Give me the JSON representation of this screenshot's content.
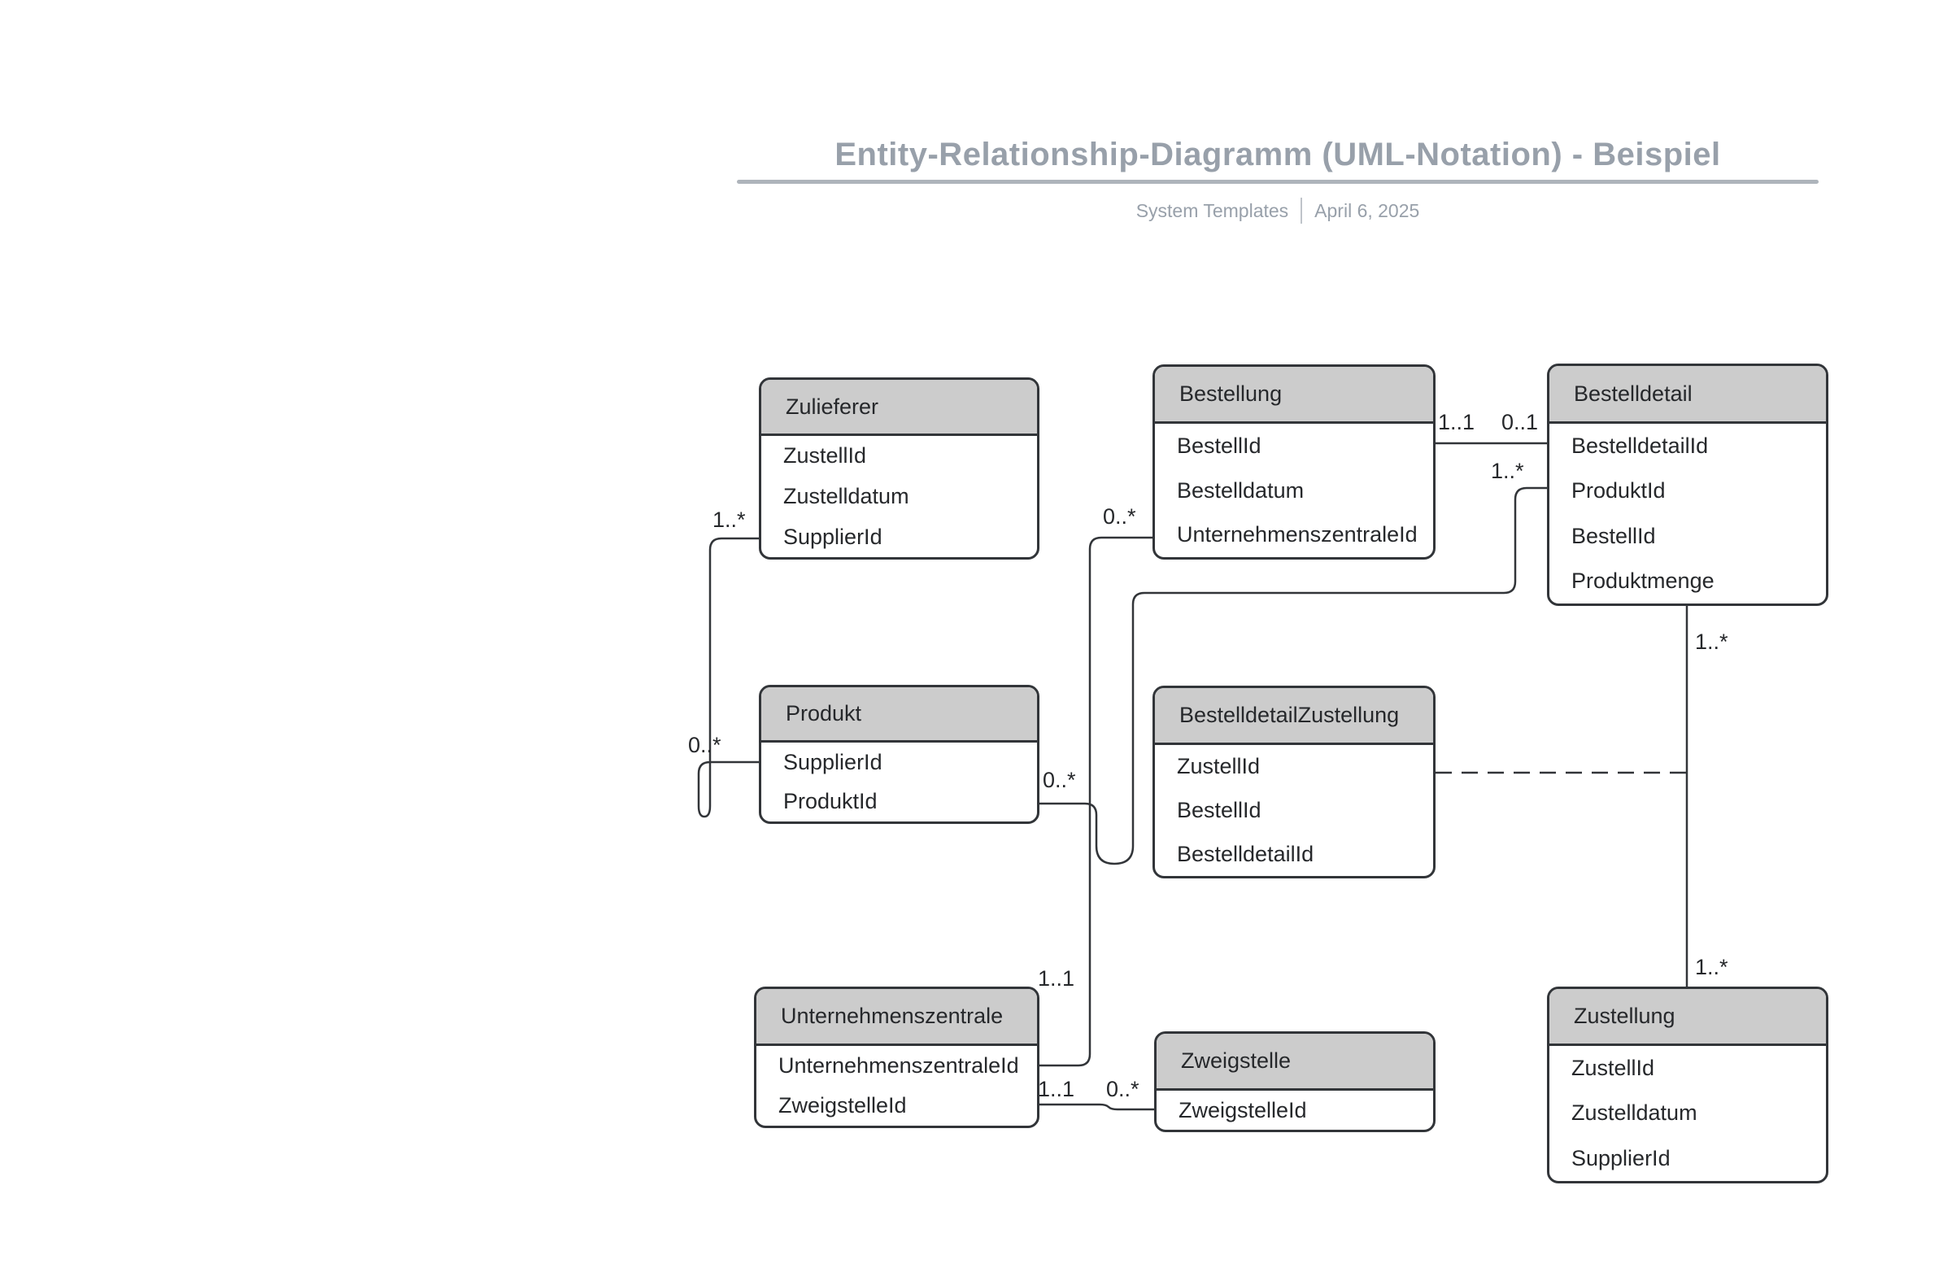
{
  "page": {
    "title": "Entity-Relationship-Diagramm (UML-Notation) - Beispiel",
    "source": "System Templates",
    "date": "April 6, 2025"
  },
  "entities": [
    {
      "name": "Zulieferer",
      "fields": [
        "ZustellId",
        "Zustelldatum",
        "SupplierId"
      ]
    },
    {
      "name": "Bestellung",
      "fields": [
        "BestellId",
        "Bestelldatum",
        "UnternehmenszentraleId"
      ]
    },
    {
      "name": "Bestelldetail",
      "fields": [
        "BestelldetailId",
        "ProduktId",
        "BestellId",
        "Produktmenge"
      ]
    },
    {
      "name": "Produkt",
      "fields": [
        "SupplierId",
        "ProduktId"
      ]
    },
    {
      "name": "BestelldetailZustellung",
      "fields": [
        "ZustellId",
        "BestellId",
        "BestelldetailId"
      ]
    },
    {
      "name": "Unternehmenszentrale",
      "fields": [
        "UnternehmenszentraleId",
        "ZweigstelleId"
      ]
    },
    {
      "name": "Zweigstelle",
      "fields": [
        "ZweigstelleId"
      ]
    },
    {
      "name": "Zustellung",
      "fields": [
        "ZustellId",
        "Zustelldatum",
        "SupplierId"
      ]
    }
  ],
  "multiplicities": [
    {
      "text": "1..*"
    },
    {
      "text": "0..*"
    },
    {
      "text": "0..*"
    },
    {
      "text": "0..*"
    },
    {
      "text": "1..1"
    },
    {
      "text": "0..1"
    },
    {
      "text": "1..*"
    },
    {
      "text": "1..*"
    },
    {
      "text": "1..*"
    },
    {
      "text": "1..1"
    },
    {
      "text": "1..1"
    },
    {
      "text": "0..*"
    }
  ],
  "relationships": [
    {
      "from": "Zulieferer",
      "to": "Produkt",
      "from_card": "1..*",
      "to_card": "0..*",
      "style": "solid"
    },
    {
      "from": "Bestellung",
      "to": "Bestelldetail",
      "from_card": "1..1",
      "to_card": "0..1",
      "style": "solid"
    },
    {
      "from": "Bestellung",
      "to": "Unternehmenszentrale",
      "from_card": "0..*",
      "to_card": "1..1",
      "style": "solid"
    },
    {
      "from": "Produkt",
      "to": "Bestelldetail",
      "from_card": "0..*",
      "to_card": "1..*",
      "style": "solid"
    },
    {
      "from": "Unternehmenszentrale",
      "to": "Zweigstelle",
      "from_card": "1..1",
      "to_card": "0..*",
      "style": "solid"
    },
    {
      "from": "Bestelldetail",
      "to": "Zustellung",
      "from_card": "1..*",
      "to_card": "1..*",
      "style": "solid"
    },
    {
      "from": "BestelldetailZustellung",
      "to": "Bestelldetail-Zustellung",
      "style": "dashed"
    }
  ],
  "colors": {
    "entity_header_fill": "#cccccc",
    "entity_border": "#323539",
    "entity_text": "#26282b",
    "title_text": "#98a0aa",
    "title_rule": "#aeb4bb"
  }
}
